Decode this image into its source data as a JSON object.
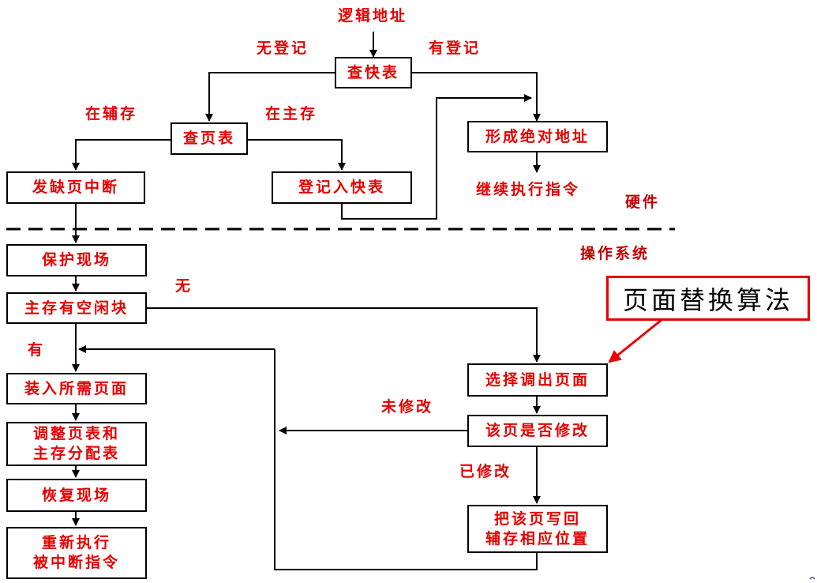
{
  "nodes": {
    "logical_address": "逻辑地址",
    "check_tlb": "查快表",
    "check_page_table": "查页表",
    "form_absolute_address": "形成绝对地址",
    "continue_exec": "继续执行指令",
    "page_fault": "发缺页中断",
    "register_tlb": "登记入快表",
    "save_context": "保护现场",
    "main_memory_free": "主存有空闲块",
    "load_page": "装入所需页面",
    "adjust_tables_1": "调整页表和",
    "adjust_tables_2": "主存分配表",
    "restore_context": "恢复现场",
    "reexec_1": "重新执行",
    "reexec_2": "被中断指令",
    "select_page": "选择调出页面",
    "page_modified": "该页是否修改",
    "write_back_1": "把该页写回",
    "write_back_2": "辅存相应位置"
  },
  "labels": {
    "not_registered": "无登记",
    "registered": "有登记",
    "in_secondary": "在辅存",
    "in_main": "在主存",
    "hardware": "硬件",
    "os": "操作系统",
    "none": "无",
    "has": "有",
    "not_modified": "未修改",
    "modified": "已修改"
  },
  "callout": "页面替换算法"
}
